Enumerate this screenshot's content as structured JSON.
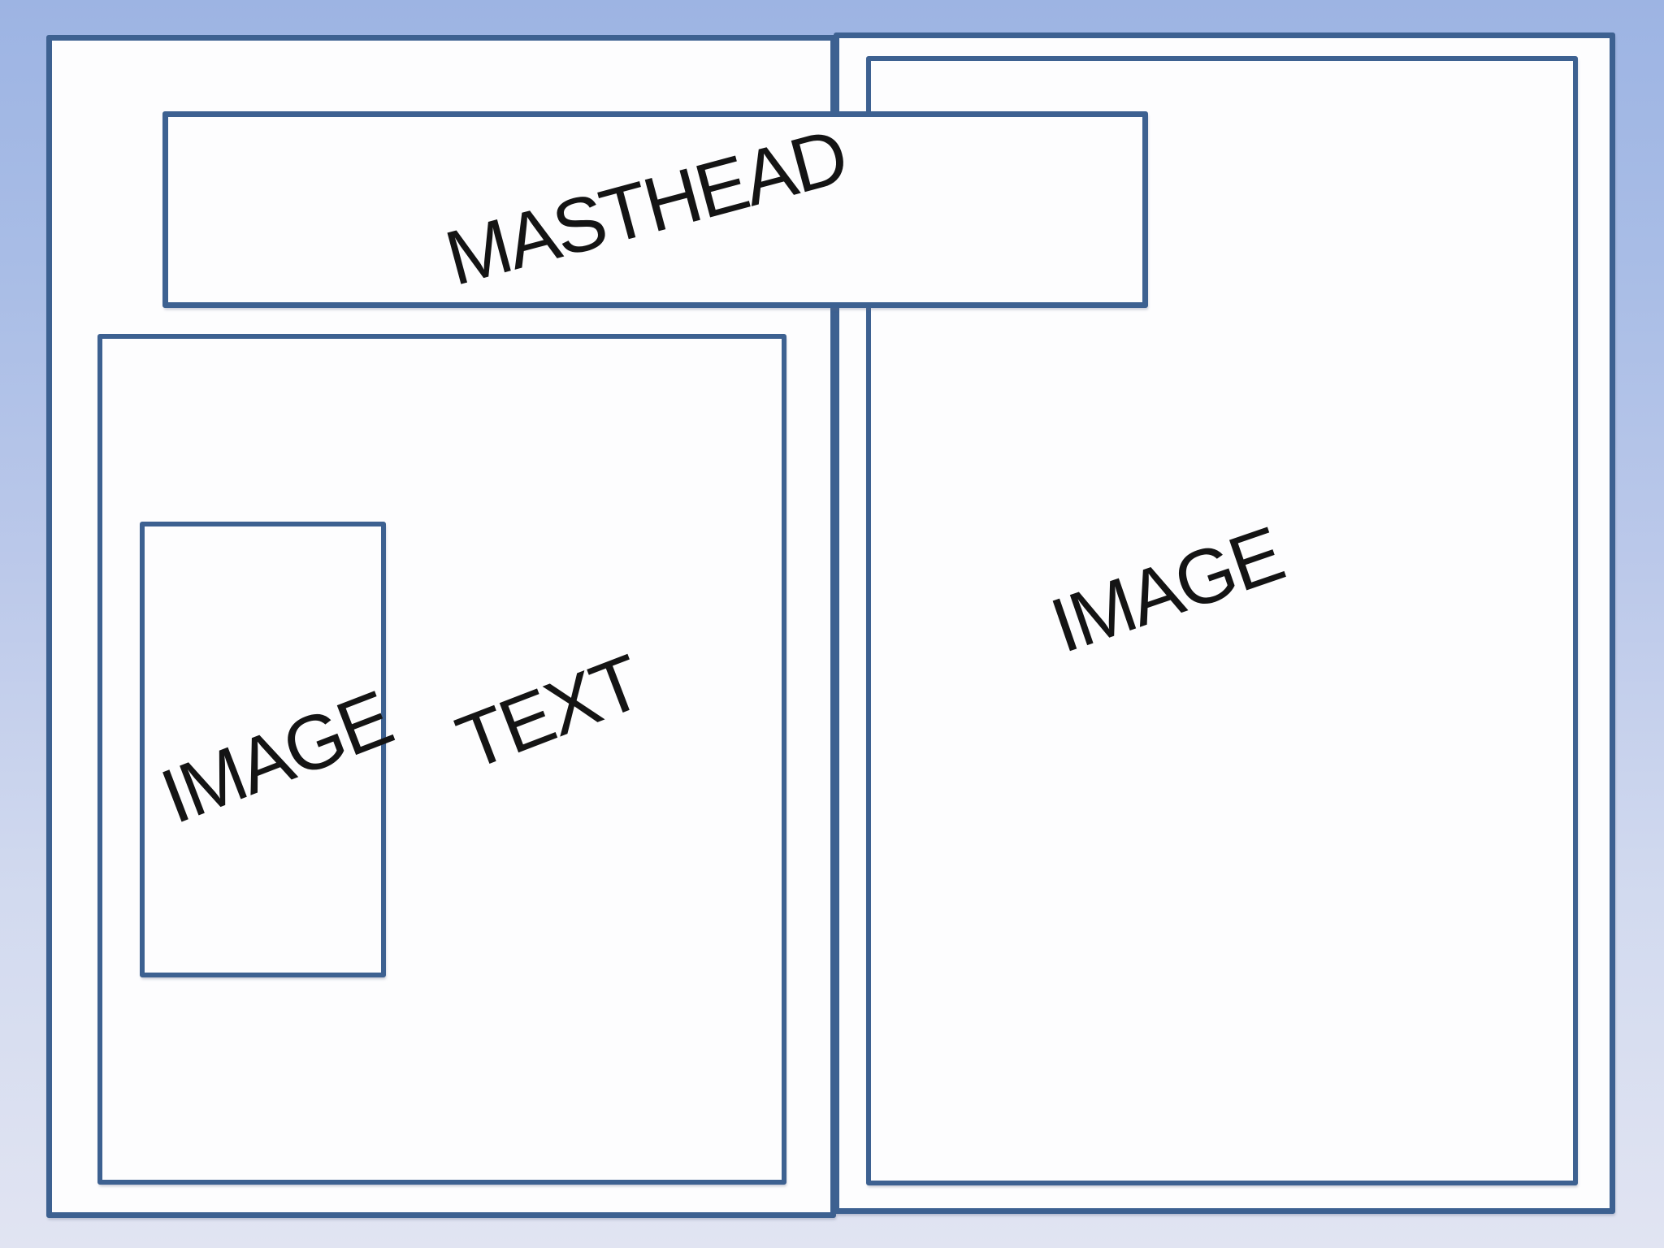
{
  "labels": {
    "masthead": "MASTHEAD",
    "text_column": "TEXT",
    "image_left": "IMAGE",
    "image_right": "IMAGE"
  },
  "colors": {
    "outline": "#3d6191",
    "page_fill": "#fdfdfe",
    "background_top": "#9db4e3",
    "background_middle": "#bcc9ea",
    "background_bottom": "#e1e4f2",
    "label_text": "#141414"
  }
}
